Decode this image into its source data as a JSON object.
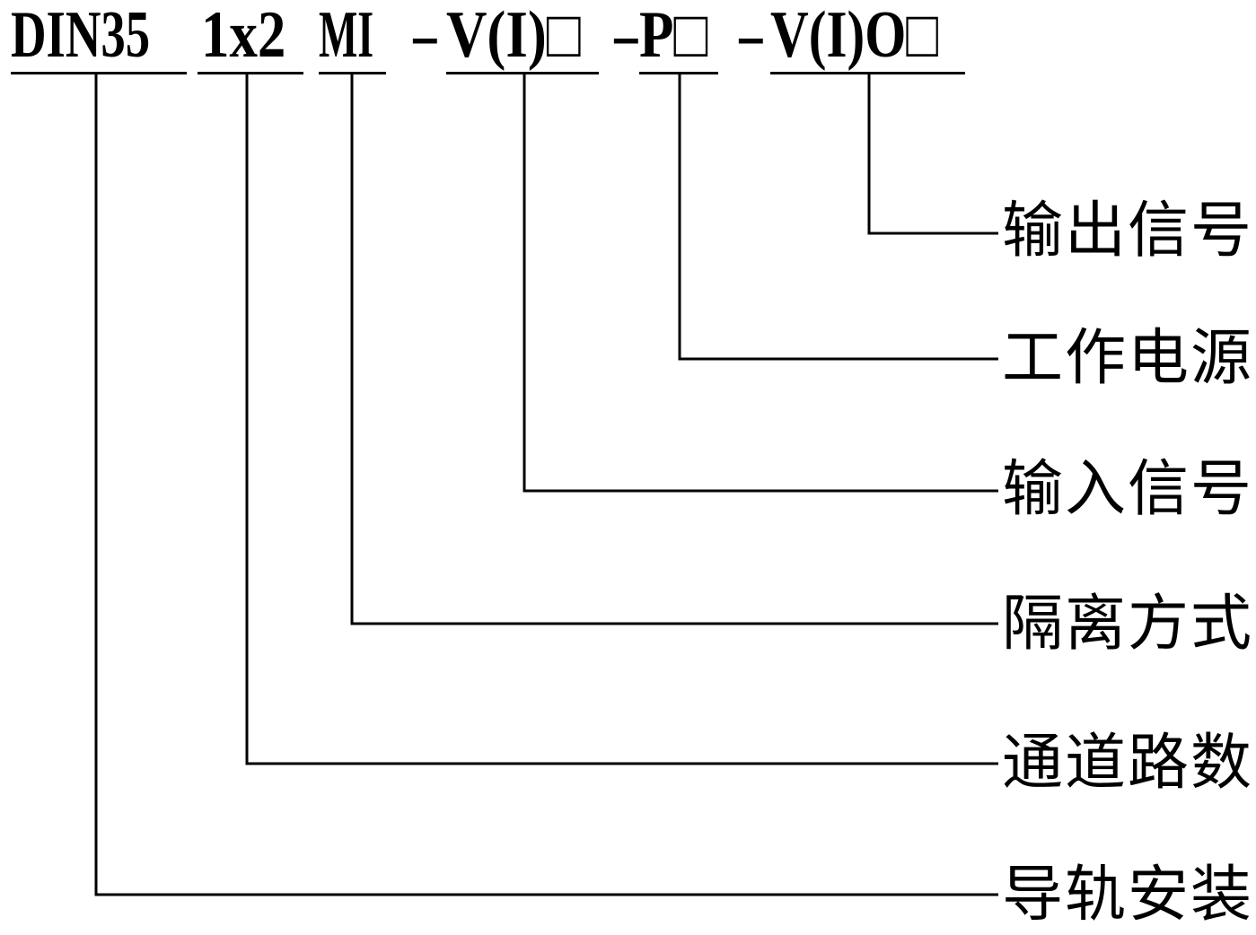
{
  "model_code": {
    "segments": [
      "DIN35",
      "1x2",
      "MI",
      "-",
      "V(I)□",
      "-",
      "P□",
      "-",
      "V(I)O□"
    ]
  },
  "labels": {
    "output_signal": "输出信号",
    "power_supply": "工作电源",
    "input_signal": "输入信号",
    "isolation_mode": "隔离方式",
    "channel_count": "通道路数",
    "rail_mount": "导轨安装"
  }
}
